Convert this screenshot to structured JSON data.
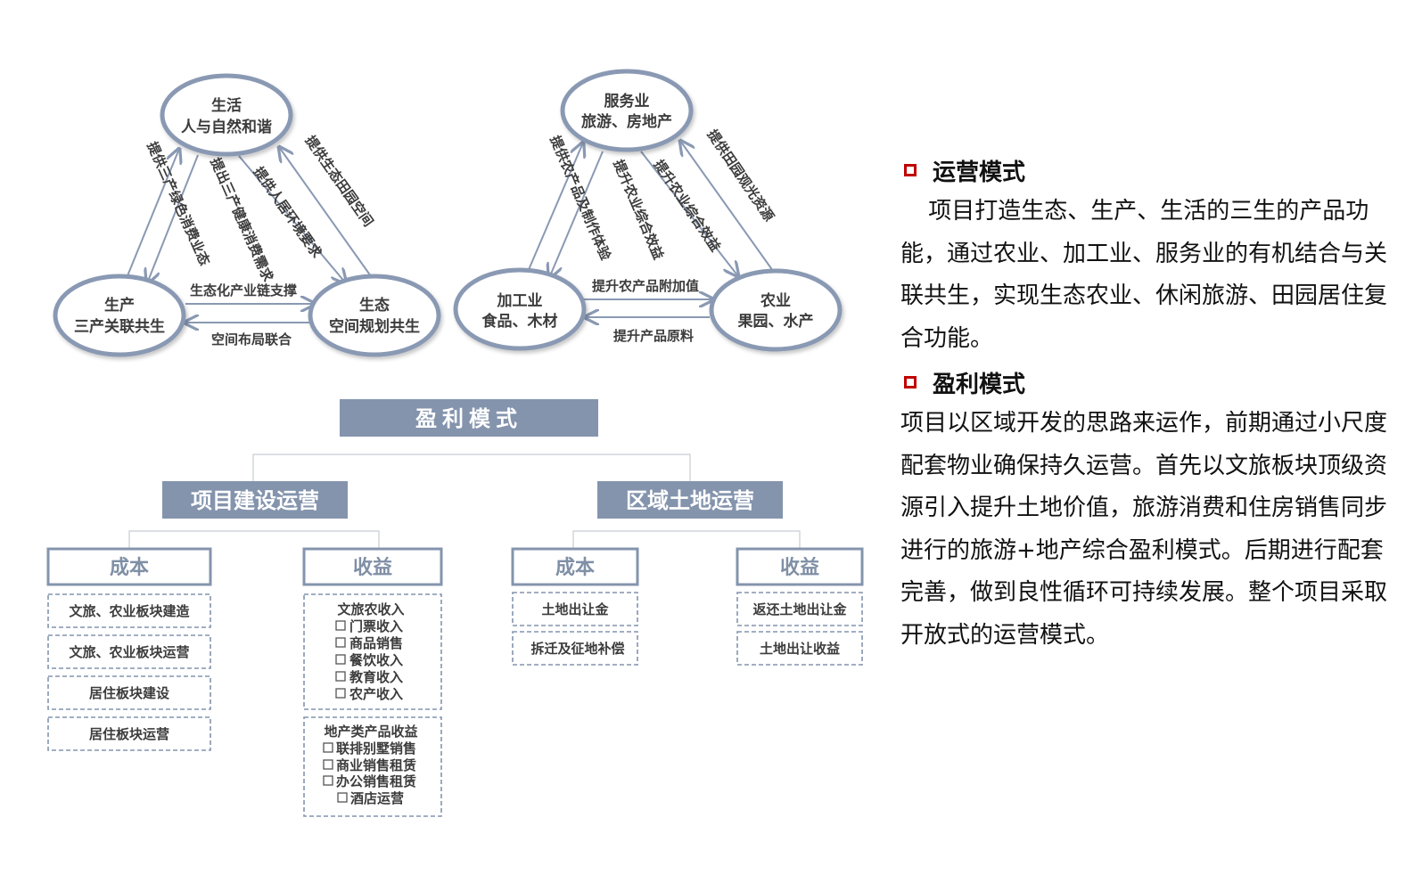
{
  "diagram1": {
    "nodes": {
      "top": {
        "line1": "生活",
        "line2": "人与自然和谐"
      },
      "left": {
        "line1": "生产",
        "line2": "三产关联共生"
      },
      "right": {
        "line1": "生态",
        "line2": "空间规划共生"
      }
    },
    "edges": {
      "left_outer": "提供三产绿色消费业态",
      "left_inner": "提出三产健康消费需求",
      "right_inner": "提供人居环境要求",
      "right_outer": "提供生态田园空间",
      "bottom_top": "生态化产业链支撑",
      "bottom_bottom": "空间布局联合"
    }
  },
  "diagram2": {
    "nodes": {
      "top": {
        "line1": "服务业",
        "line2": "旅游、房地产"
      },
      "left": {
        "line1": "加工业",
        "line2": "食品、木材"
      },
      "right": {
        "line1": "农业",
        "line2": "果园、水产"
      }
    },
    "edges": {
      "left_outer": "提供农产品及制作体验",
      "left_inner": "提升农业综合效益",
      "right_inner": "提升农业综合效益",
      "right_outer": "提供田园观光资源",
      "bottom_top": "提升农产品附加值",
      "bottom_bottom": "提升产品原料"
    }
  },
  "tree": {
    "root": "盈利模式",
    "branches": [
      {
        "label": "项目建设运营",
        "groups": [
          {
            "label": "成本",
            "leaves": [
              "文旅、农业板块建造",
              "文旅、农业板块运营",
              "居住板块建设",
              "居住板块运营"
            ]
          },
          {
            "label": "收益",
            "blocks": [
              {
                "title": "文旅农收入",
                "items": [
                  "门票收入",
                  "商品销售",
                  "餐饮收入",
                  "教育收入",
                  "农产收入"
                ]
              },
              {
                "title": "地产类产品收益",
                "items": [
                  "联排别墅销售",
                  "商业销售租赁",
                  "办公销售租赁",
                  "酒店运营"
                ]
              }
            ]
          }
        ]
      },
      {
        "label": "区域土地运营",
        "groups": [
          {
            "label": "成本",
            "leaves": [
              "土地出让金",
              "拆迁及征地补偿"
            ]
          },
          {
            "label": "收益",
            "leaves": [
              "返还土地出让金",
              "土地出让收益"
            ]
          }
        ]
      }
    ]
  },
  "panel": {
    "section1": {
      "title": "运营模式",
      "body": "项目打造生态、生产、生活的三生的产品功能，通过农业、加工业、服务业的有机结合与关联共生，实现生态农业、休闲旅游、田园居住复合功能。"
    },
    "section2": {
      "title": "盈利模式",
      "body": "项目以区域开发的思路来运作，前期通过小尺度配套物业确保持久运营。首先以文旅板块顶级资源引入提升土地价值，旅游消费和住房销售同步进行的旅游+地产综合盈利模式。后期进行配套完善，做到良性循环可持续发展。整个项目采取开放式的运营模式。"
    }
  },
  "colors": {
    "ellipse": "#8a99b3",
    "tree_fill": "#8494ad",
    "bullet": "#c00000"
  }
}
